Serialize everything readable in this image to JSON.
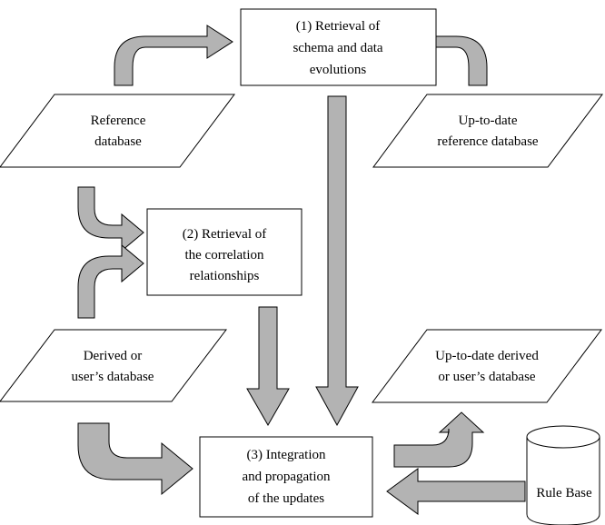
{
  "nodes": {
    "step1": {
      "line1": "(1) Retrieval of",
      "line2": "schema and data",
      "line3": "evolutions"
    },
    "step2": {
      "line1": "(2) Retrieval of",
      "line2": "the correlation",
      "line3": "relationships"
    },
    "step3": {
      "line1": "(3) Integration",
      "line2": "and propagation",
      "line3": "of the updates"
    },
    "reference_db": {
      "line1": "Reference",
      "line2": "database"
    },
    "uptodate_reference_db": {
      "line1": "Up-to-date",
      "line2": "reference database"
    },
    "derived_db": {
      "line1": "Derived or",
      "line2": "user’s database"
    },
    "uptodate_derived_db": {
      "line1": "Up-to-date derived",
      "line2": "or user’s database"
    },
    "rule_base": {
      "label": "Rule Base"
    }
  },
  "colors": {
    "arrow_fill": "#b3b3b3",
    "stroke": "#000000",
    "background": "#ffffff"
  }
}
